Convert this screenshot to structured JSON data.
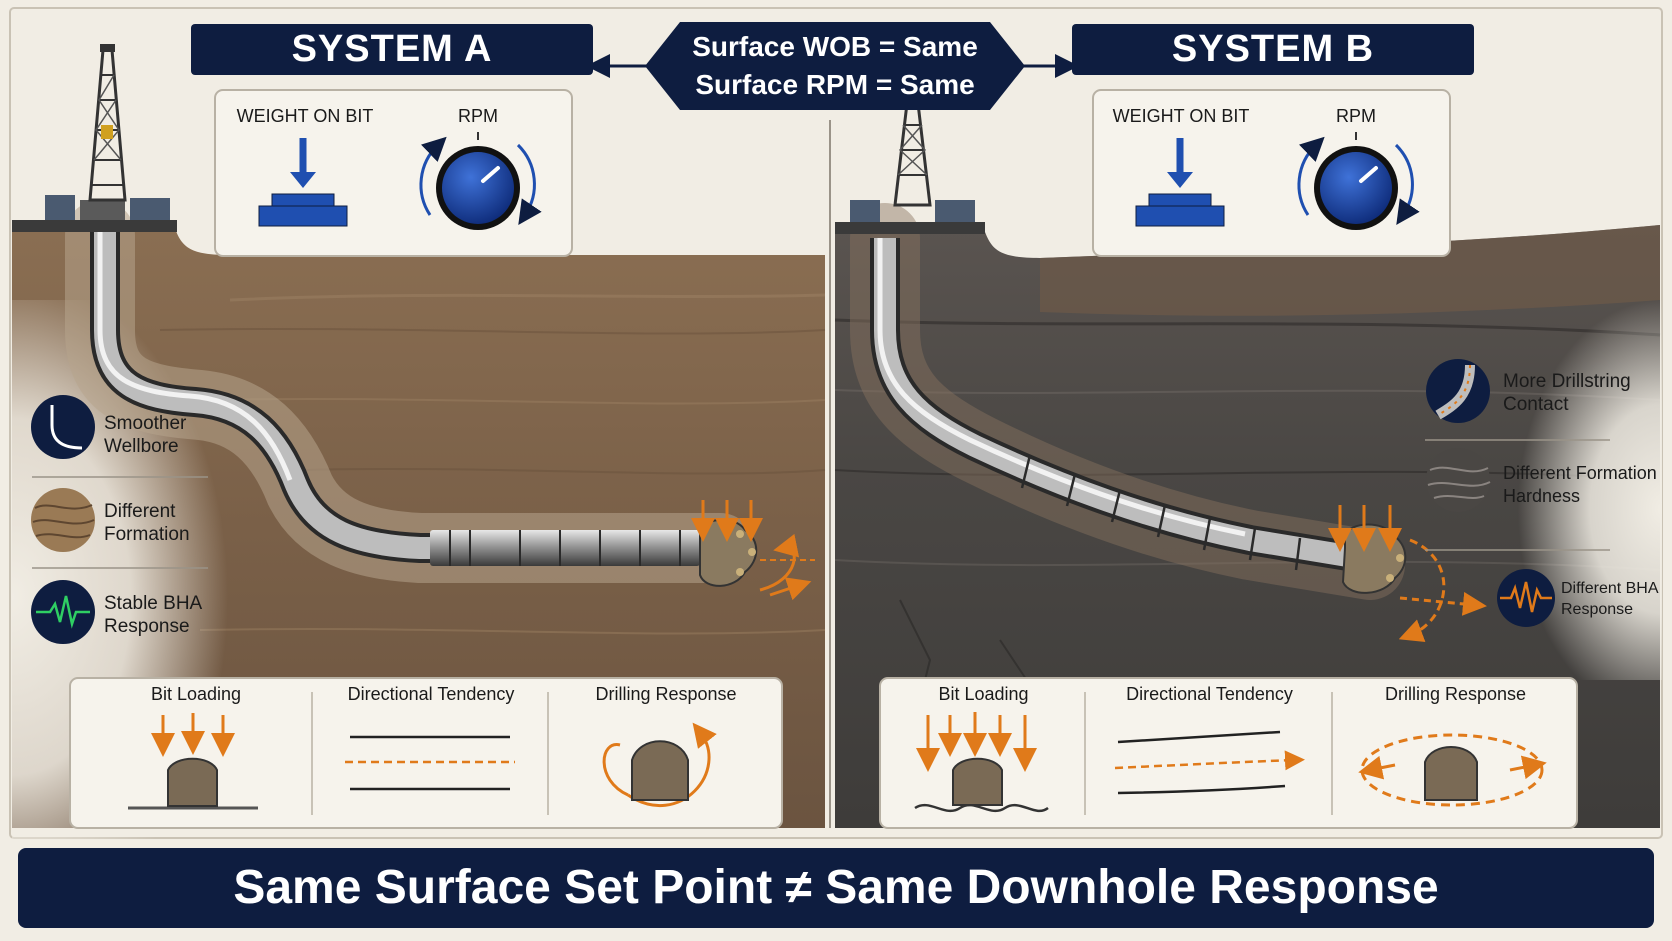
{
  "system_a": {
    "title": "SYSTEM A",
    "control_labels": {
      "wob": "WEIGHT ON BIT",
      "rpm": "RPM"
    },
    "features": [
      {
        "icon": "curve-icon",
        "label": "Smoother Wellbore"
      },
      {
        "icon": "rock-texture-icon",
        "label": "Different Formation"
      },
      {
        "icon": "waveform-icon",
        "label": "Stable BHA Response"
      }
    ],
    "bottom_panel": {
      "bit_loading": "Bit Loading",
      "directional_tendency": "Directional Tendency",
      "drilling_response": "Drilling Response"
    }
  },
  "system_b": {
    "title": "SYSTEM B",
    "control_labels": {
      "wob": "WEIGHT ON BIT",
      "rpm": "RPM"
    },
    "features": [
      {
        "icon": "pipe-contact-icon",
        "label": "More Drillstring Contact"
      },
      {
        "icon": "hard-rock-icon",
        "label": "Different Formation Hardness"
      },
      {
        "icon": "waveform-icon",
        "label": "Different BHA Response"
      }
    ],
    "bottom_panel": {
      "bit_loading": "Bit Loading",
      "directional_tendency": "Directional Tendency",
      "drilling_response": "Drilling Response"
    }
  },
  "center_badge": {
    "line1": "Surface WOB = Same",
    "line2": "Surface RPM = Same"
  },
  "footer": {
    "text": "Same Surface Set Point ≠ Same Downhole Response"
  },
  "colors": {
    "navy": "#0e1d40",
    "blue": "#1f4fb0",
    "orange": "#e07a1a",
    "green": "#2fcf63"
  }
}
